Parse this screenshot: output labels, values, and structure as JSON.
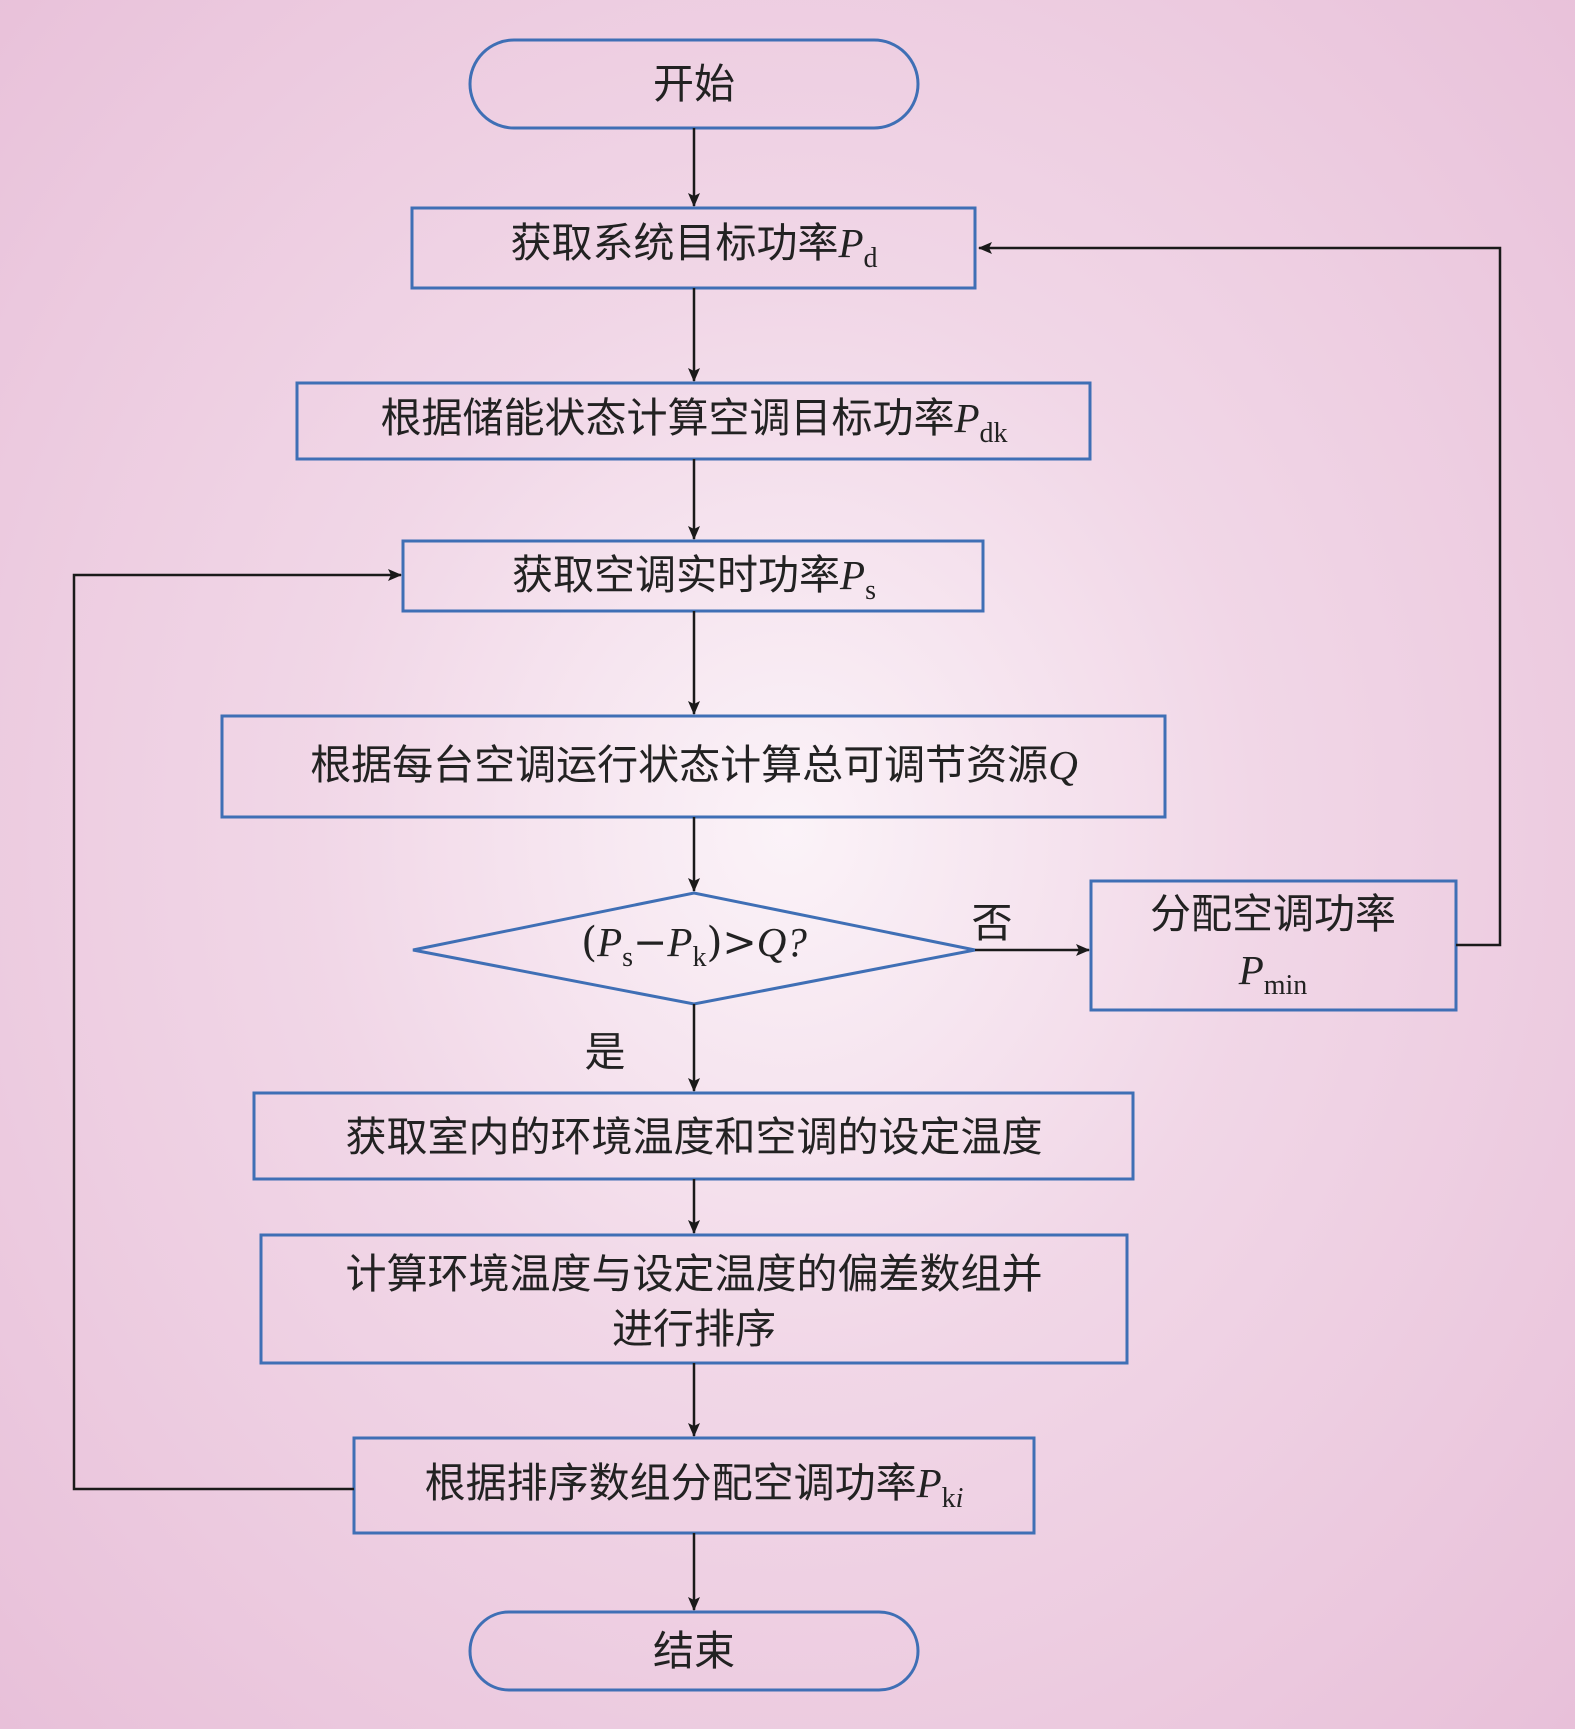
{
  "nodes": {
    "start": "开始",
    "get_target_power": "获取系统目标功率",
    "compute_ac_target": "根据储能状态计算空调目标功率",
    "get_realtime_power": "获取空调实时功率",
    "compute_resource": "根据每台空调运行状态计算总可调节资源",
    "decision": "(P",
    "allocate_min": "分配空调功率",
    "get_temperatures": "获取室内的环境温度和空调的设定温度",
    "compute_deviation_line1": "计算环境温度与设定温度的偏差数组并",
    "compute_deviation_line2": "进行排序",
    "allocate_sorted": "根据排序数组分配空调功率",
    "end": "结束"
  },
  "symbols": {
    "P": "P",
    "Q": "Q",
    "sub_d": "d",
    "sub_dk": "dk",
    "sub_s": "s",
    "sub_k": "k",
    "sub_min": "min",
    "sub_k_plain": "k",
    "sub_i": "i",
    "decision_minus": "−",
    "decision_close": ")>",
    "decision_q": "?"
  },
  "edge_labels": {
    "no": "否",
    "yes": "是"
  }
}
